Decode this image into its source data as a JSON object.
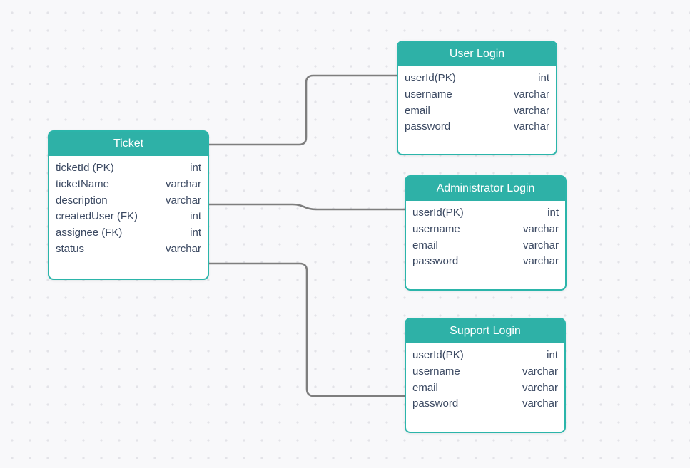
{
  "diagram": {
    "type": "entity-relationship",
    "colors": {
      "background": "#f8f8fa",
      "grid_dot": "#e3e3e8",
      "header_fill": "#2eb1a7",
      "entity_border": "#2bb5aa",
      "field_text": "#3a4861",
      "header_text": "#ffffff",
      "connector": "#7e7e7e"
    },
    "entities": [
      {
        "id": "ticket",
        "title": "Ticket",
        "fields": [
          {
            "name": "ticketId (PK)",
            "type": "int"
          },
          {
            "name": "ticketName",
            "type": "varchar"
          },
          {
            "name": "description",
            "type": "varchar"
          },
          {
            "name": "createdUser (FK)",
            "type": "int"
          },
          {
            "name": "assignee (FK)",
            "type": "int"
          },
          {
            "name": "status",
            "type": "varchar"
          }
        ]
      },
      {
        "id": "user-login",
        "title": "User Login",
        "fields": [
          {
            "name": "userId(PK)",
            "type": "int"
          },
          {
            "name": "username",
            "type": "varchar"
          },
          {
            "name": "email",
            "type": "varchar"
          },
          {
            "name": "password",
            "type": "varchar"
          }
        ]
      },
      {
        "id": "administrator-login",
        "title": "Administrator Login",
        "fields": [
          {
            "name": "userId(PK)",
            "type": "int"
          },
          {
            "name": "username",
            "type": "varchar"
          },
          {
            "name": "email",
            "type": "varchar"
          },
          {
            "name": "password",
            "type": "varchar"
          }
        ]
      },
      {
        "id": "support-login",
        "title": "Support Login",
        "fields": [
          {
            "name": "userId(PK)",
            "type": "int"
          },
          {
            "name": "username",
            "type": "varchar"
          },
          {
            "name": "email",
            "type": "varchar"
          },
          {
            "name": "password",
            "type": "varchar"
          }
        ]
      }
    ],
    "connections": [
      {
        "from": "ticket",
        "to": "user-login"
      },
      {
        "from": "ticket",
        "to": "administrator-login"
      },
      {
        "from": "ticket",
        "to": "support-login"
      }
    ]
  }
}
